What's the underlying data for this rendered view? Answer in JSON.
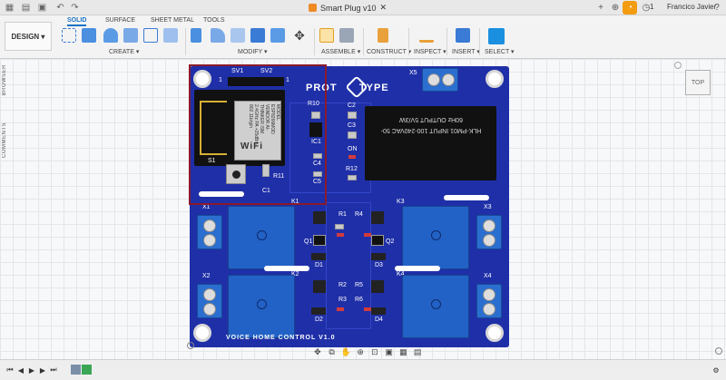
{
  "window": {
    "title": "Smart Plug v10",
    "user": "Francico Javier",
    "notification_count": "1"
  },
  "ribbon": {
    "workspace": "DESIGN",
    "tabs": [
      {
        "label": "SOLID",
        "active": true
      },
      {
        "label": "SURFACE"
      },
      {
        "label": "SHEET METAL"
      },
      {
        "label": "TOOLS"
      }
    ],
    "groups": {
      "create": "CREATE",
      "modify": "MODIFY",
      "assemble": "ASSEMBLE",
      "construct": "CONSTRUCT",
      "inspect": "INSPECT",
      "insert": "INSERT",
      "select": "SELECT"
    }
  },
  "side_panel": {
    "browser": "BROWSER",
    "comments": "COMMENTS"
  },
  "viewcube": {
    "face": "TOP"
  },
  "pcb": {
    "brand_left": "PROT",
    "brand_right": "TYPE",
    "footer": "VOICE HOME CONTROL V1.0",
    "module_wifi": "WiFi",
    "module_text": "MODEL ESP8266MOD VENDOR AI-THINKER ISM 2.4GHz PA +25dBm 802.11b/g/n",
    "psu_text": "HLK-PM01 INPUT 100-240VAC 50-60Hz OUTPUT 5V/3W",
    "labels": {
      "sv1": "SV1",
      "sv2": "SV2",
      "pin1a": "1",
      "pin1b": "1",
      "x1": "X1",
      "x2": "X2",
      "x3": "X3",
      "x4": "X4",
      "x5": "X5",
      "k1": "K1",
      "k2": "K2",
      "k3": "K3",
      "k4": "K4",
      "s1": "S1",
      "r10": "R10",
      "r11": "R11",
      "r12": "R12",
      "ic1": "IC1",
      "c1": "C1",
      "c2": "C2",
      "c3": "C3",
      "c4": "C4",
      "c5": "C5",
      "on": "ON",
      "d1": "D1",
      "d2": "D2",
      "d3": "D3",
      "d4": "D4",
      "q1": "Q1",
      "q2": "Q2",
      "r1": "R1",
      "r2": "R2",
      "r3": "R3",
      "r4": "R4",
      "r5": "R5",
      "r6": "R6"
    }
  }
}
